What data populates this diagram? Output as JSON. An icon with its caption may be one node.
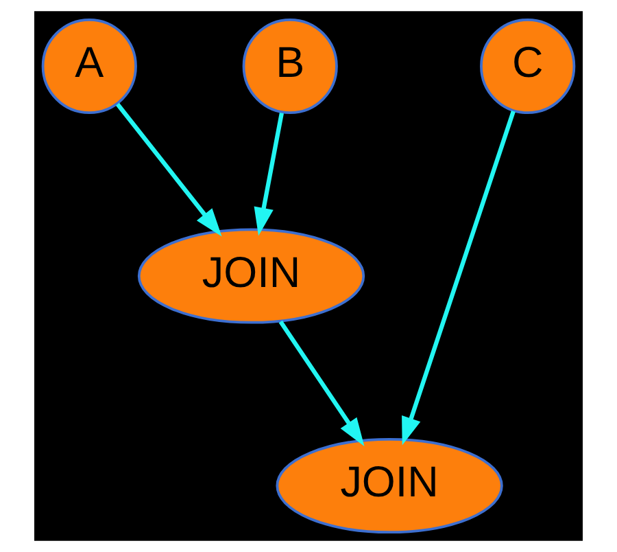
{
  "diagram": {
    "nodes": [
      {
        "text": [
          "A"
        ]
      },
      {
        "text": [
          "B"
        ]
      },
      {
        "text": [
          "C"
        ]
      },
      {
        "text": [
          "JOIN"
        ]
      },
      {
        "text": [
          "JOIN"
        ]
      }
    ],
    "edges": [
      {
        "from": 0,
        "to": 3,
        "arrow": "to"
      },
      {
        "from": 1,
        "to": 3,
        "arrow": "to"
      },
      {
        "from": 3,
        "to": 4,
        "arrow": "to"
      },
      {
        "from": 2,
        "to": 4,
        "arrow": "to"
      }
    ]
  }
}
